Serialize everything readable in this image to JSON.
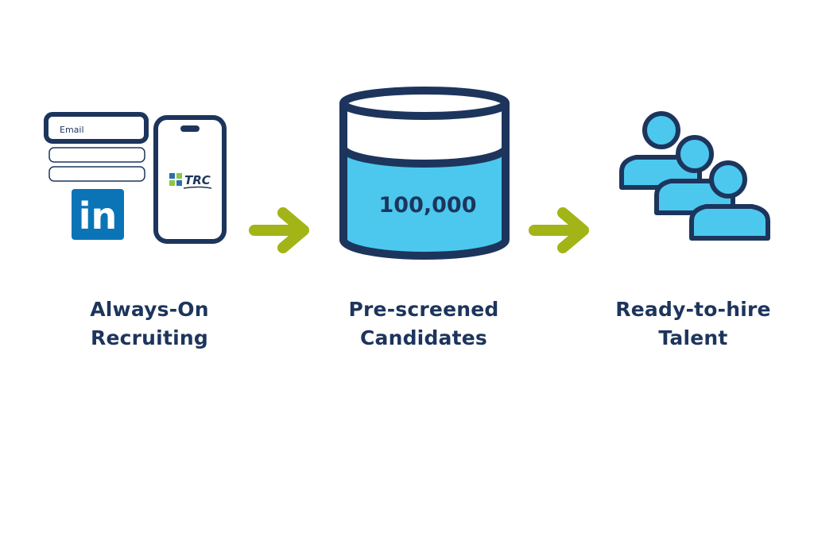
{
  "colors": {
    "navy": "#1d355c",
    "cyan": "#4cc8ee",
    "linkedin_blue": "#0a74b7",
    "arrow_green": "#a3b417",
    "trc_green": "#8dc63f",
    "trc_blue": "#2a6fb0"
  },
  "stages": [
    {
      "id": "recruiting",
      "caption_lines": [
        "Always-On",
        "Recruiting"
      ],
      "form": {
        "field_label": "Email"
      },
      "linkedin_text": "in",
      "phone_logo_text": "TRC"
    },
    {
      "id": "candidates",
      "caption_lines": [
        "Pre-screened",
        "Candidates"
      ],
      "database_value": "100,000"
    },
    {
      "id": "talent",
      "caption_lines": [
        "Ready-to-hire",
        "Talent"
      ]
    }
  ],
  "connectors": [
    {
      "from": "recruiting",
      "to": "candidates",
      "icon": "arrow-right-icon"
    },
    {
      "from": "candidates",
      "to": "talent",
      "icon": "arrow-right-icon"
    }
  ]
}
